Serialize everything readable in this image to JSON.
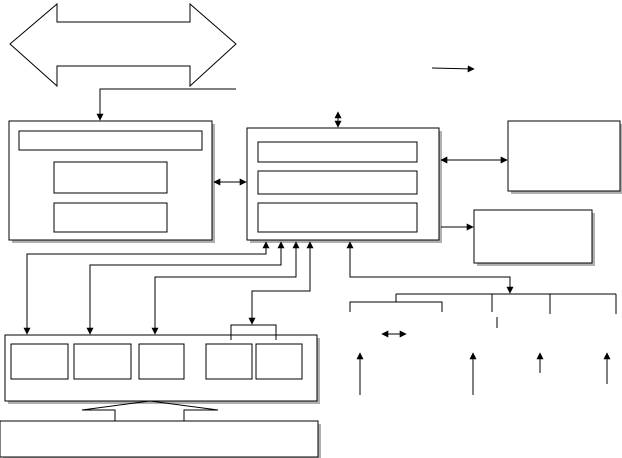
{
  "diagram": {
    "stroke_color": "#000000",
    "background_color": "#ffffff",
    "shadow_color": "#b0b0b0",
    "blocks": [
      {
        "id": "bus-arrow",
        "label": ""
      },
      {
        "id": "left-module",
        "label": ""
      },
      {
        "id": "left-module-header",
        "label": ""
      },
      {
        "id": "left-module-inner-1",
        "label": ""
      },
      {
        "id": "left-module-inner-2",
        "label": ""
      },
      {
        "id": "center-module",
        "label": ""
      },
      {
        "id": "center-module-row-1",
        "label": ""
      },
      {
        "id": "center-module-row-2",
        "label": ""
      },
      {
        "id": "center-module-row-3",
        "label": ""
      },
      {
        "id": "right-module-top",
        "label": ""
      },
      {
        "id": "right-module-bottom",
        "label": ""
      },
      {
        "id": "bottom-module",
        "label": ""
      },
      {
        "id": "bottom-module-cell-1",
        "label": ""
      },
      {
        "id": "bottom-module-cell-2",
        "label": ""
      },
      {
        "id": "bottom-module-cell-3",
        "label": ""
      },
      {
        "id": "bottom-module-cell-4",
        "label": ""
      },
      {
        "id": "bottom-module-cell-5",
        "label": ""
      },
      {
        "id": "base-bar",
        "label": ""
      }
    ]
  }
}
